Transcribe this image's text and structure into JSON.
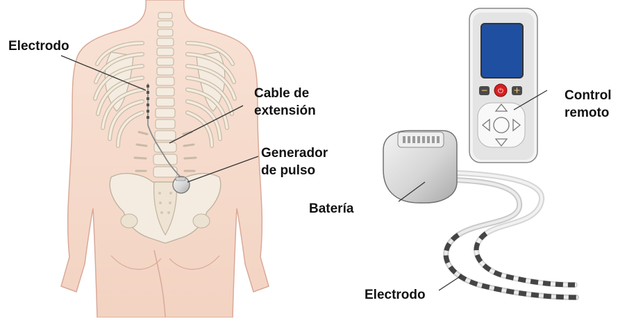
{
  "labels": {
    "electrode_body": "Electrodo",
    "extension_cable": [
      "Cable de",
      "extensión"
    ],
    "pulse_generator": [
      "Generador",
      "de pulso"
    ],
    "remote_control": [
      "Control",
      "remoto"
    ],
    "battery": "Batería",
    "electrode_device": "Electrodo"
  },
  "colors": {
    "skin": "#f6dccd",
    "skin_outline": "#d9a998",
    "bone": "#f4ece0",
    "bone_outline": "#bfb3a1",
    "device_metal": "#d8d8d8",
    "remote_screen": "#1f4fa0",
    "remote_power": "#d81e1e",
    "lead_marks": "#444444"
  }
}
